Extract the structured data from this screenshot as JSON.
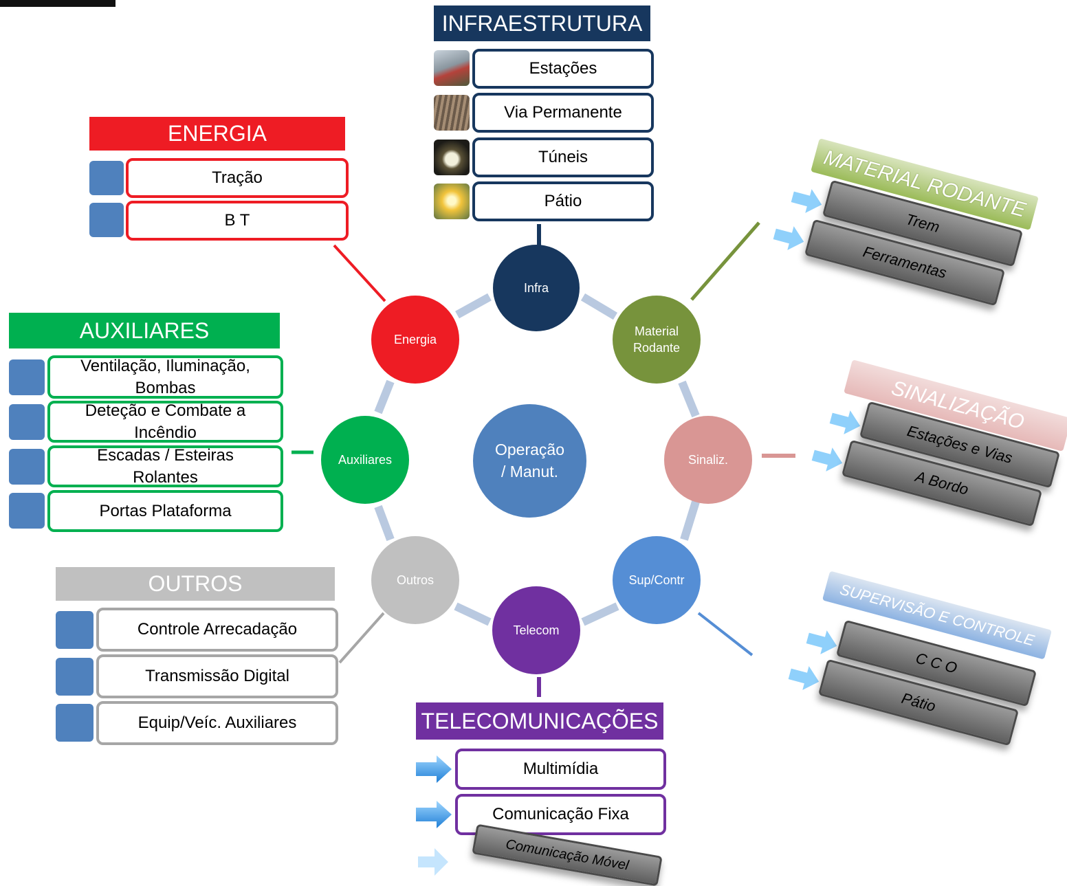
{
  "center": {
    "label": "Operação\n/ Manut."
  },
  "nodes": {
    "infra": "Infra",
    "material": "Material\nRodante",
    "sinaliz": "Sinaliz.",
    "supcontr": "Sup/Contr",
    "telecom": "Telecom",
    "outros": "Outros",
    "auxiliares": "Auxiliares",
    "energia": "Energia"
  },
  "infraestrutura": {
    "title": "INFRAESTRUTURA",
    "items": [
      "Estações",
      "Via Permanente",
      "Túneis",
      "Pátio"
    ]
  },
  "energia": {
    "title": "ENERGIA",
    "items": [
      "Tração",
      "B T"
    ]
  },
  "auxiliares": {
    "title": "AUXILIARES",
    "items": [
      "Ventilação, Iluminação,\nBombas",
      "Deteção e Combate a\nIncêndio",
      "Escadas / Esteiras\nRolantes",
      "Portas Plataforma"
    ]
  },
  "outros": {
    "title": "OUTROS",
    "items": [
      "Controle Arrecadação",
      "Transmissão Digital",
      "Equip/Veíc. Auxiliares"
    ]
  },
  "telecomunicacoes": {
    "title": "TELECOMUNICAÇÕES",
    "items": [
      "Multimídia",
      "Comunicação Fixa",
      "Comunicação Móvel"
    ]
  },
  "material_rodante": {
    "title": "MATERIAL RODANTE",
    "items": [
      "Trem",
      "Ferramentas"
    ]
  },
  "sinalizacao": {
    "title": "SINALIZAÇÃO",
    "items": [
      "Estações e Vias",
      "A Bordo"
    ]
  },
  "supervisao": {
    "title": "SUPERVISÃO E CONTROLE",
    "items": [
      "C C O",
      "Pátio"
    ]
  },
  "colors": {
    "infra": "#17375e",
    "energia": "#ee1c24",
    "auxiliares": "#00b050",
    "outros": "#c0c0c0",
    "telecom": "#7030a0",
    "material": "#77933c",
    "sinaliz": "#d99694",
    "supcontr": "#558ed5",
    "center": "#4f81bd",
    "ring": "#b9c9e0"
  }
}
